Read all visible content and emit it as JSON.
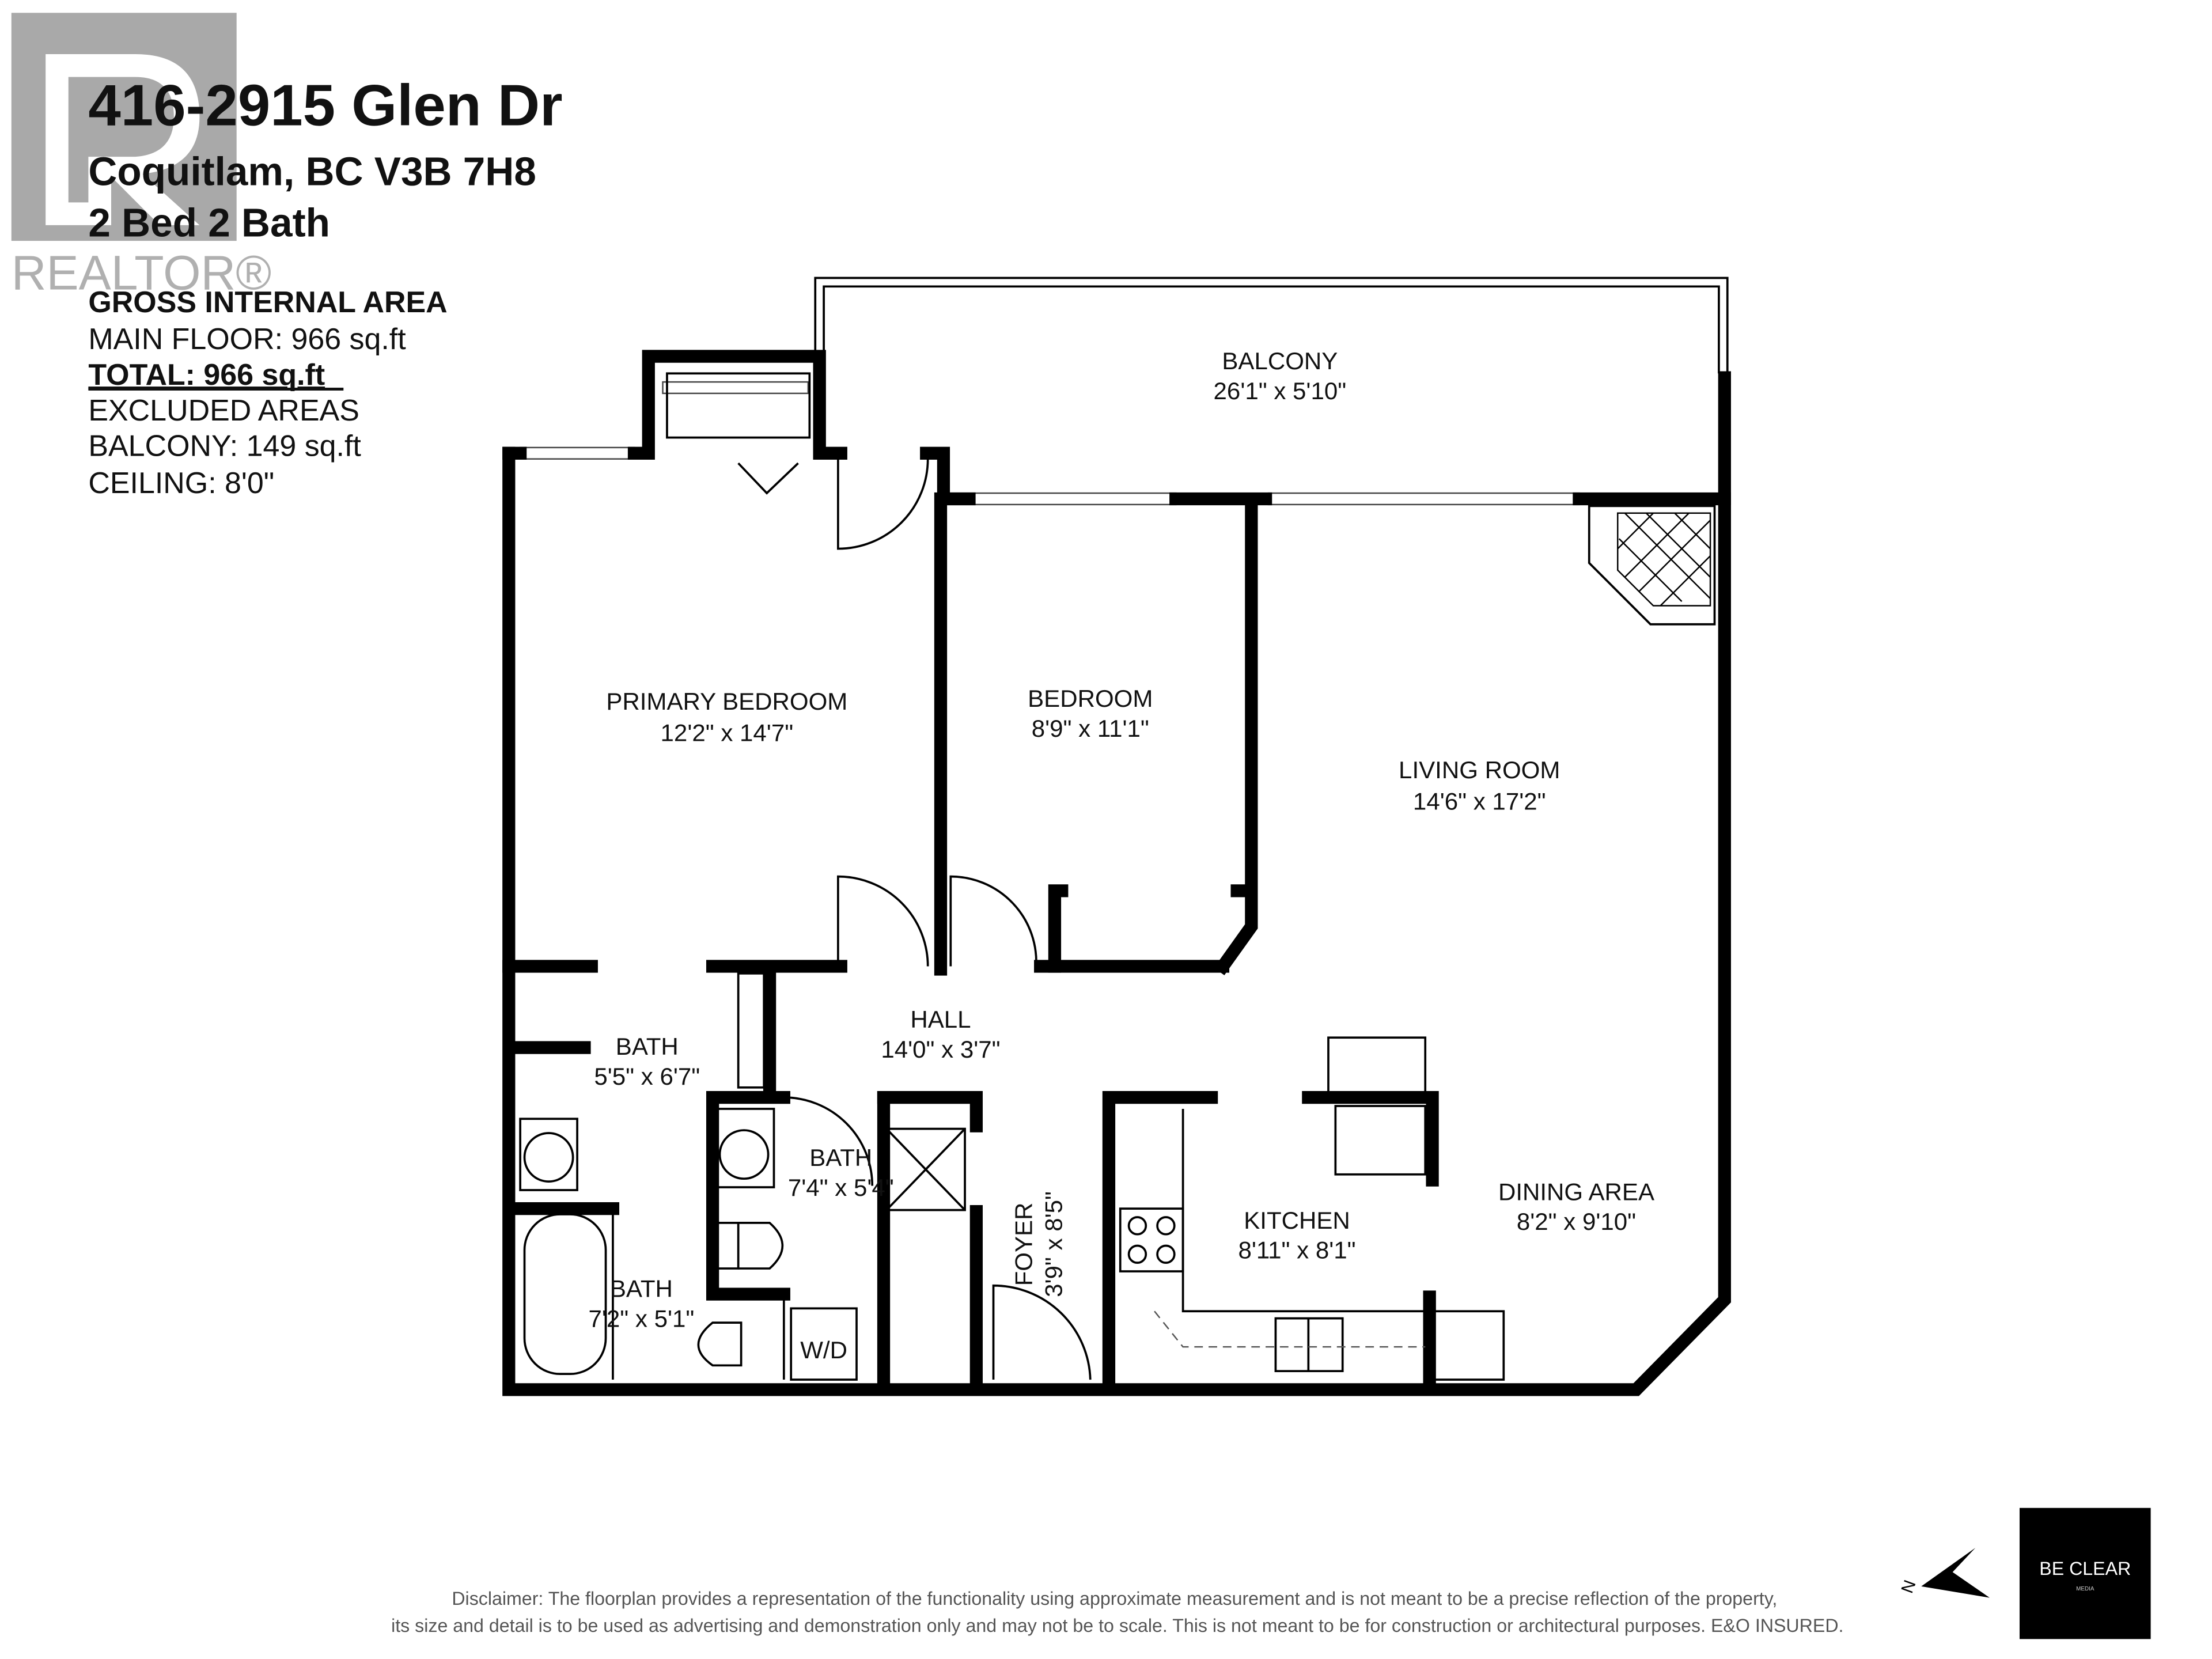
{
  "header": {
    "address": "416-2915 Glen Dr",
    "city": "Coquitlam, BC V3B 7H8",
    "beds_baths": "2 Bed 2 Bath"
  },
  "areas": {
    "heading": "GROSS INTERNAL AREA",
    "main_floor": "MAIN FLOOR: 966 sq.ft",
    "total": "TOTAL: 966 sq.ft",
    "excluded_heading": "EXCLUDED AREAS",
    "balcony": "BALCONY: 149 sq.ft",
    "ceiling": "CEILING: 8'0\""
  },
  "logos": {
    "realtor": "REALTOR®",
    "beclear": "BE CLEAR",
    "beclear_sub": "MEDIA"
  },
  "compass": {
    "label": "N"
  },
  "rooms": [
    {
      "name": "BALCONY",
      "size": "26'1\" x 5'10\""
    },
    {
      "name": "PRIMARY BEDROOM",
      "size": "12'2\" x 14'7\""
    },
    {
      "name": "BEDROOM",
      "size": "8'9\" x 11'1\""
    },
    {
      "name": "LIVING ROOM",
      "size": "14'6\" x 17'2\""
    },
    {
      "name": "HALL",
      "size": "14'0\" x 3'7\""
    },
    {
      "name": "BATH",
      "size": "5'5\" x 6'7\""
    },
    {
      "name": "BATH",
      "size": "7'4\" x 5'4\""
    },
    {
      "name": "BATH",
      "size": "7'2\" x 5'1\""
    },
    {
      "name": "FOYER",
      "size": "3'9\" x 8'5\""
    },
    {
      "name": "KITCHEN",
      "size": "8'11\" x 8'1\""
    },
    {
      "name": "DINING AREA",
      "size": "8'2\" x 9'10\""
    }
  ],
  "fixtures": {
    "washer_dryer": "W/D"
  },
  "disclaimer": {
    "line1": "Disclaimer: The floorplan provides a representation of the functionality using approximate measurement and is not meant to be a precise reflection of the property,",
    "line2": "its size and detail is to be used as advertising and demonstration only and may not be to scale. This is not meant to be for construction or architectural purposes. E&O INSURED."
  }
}
